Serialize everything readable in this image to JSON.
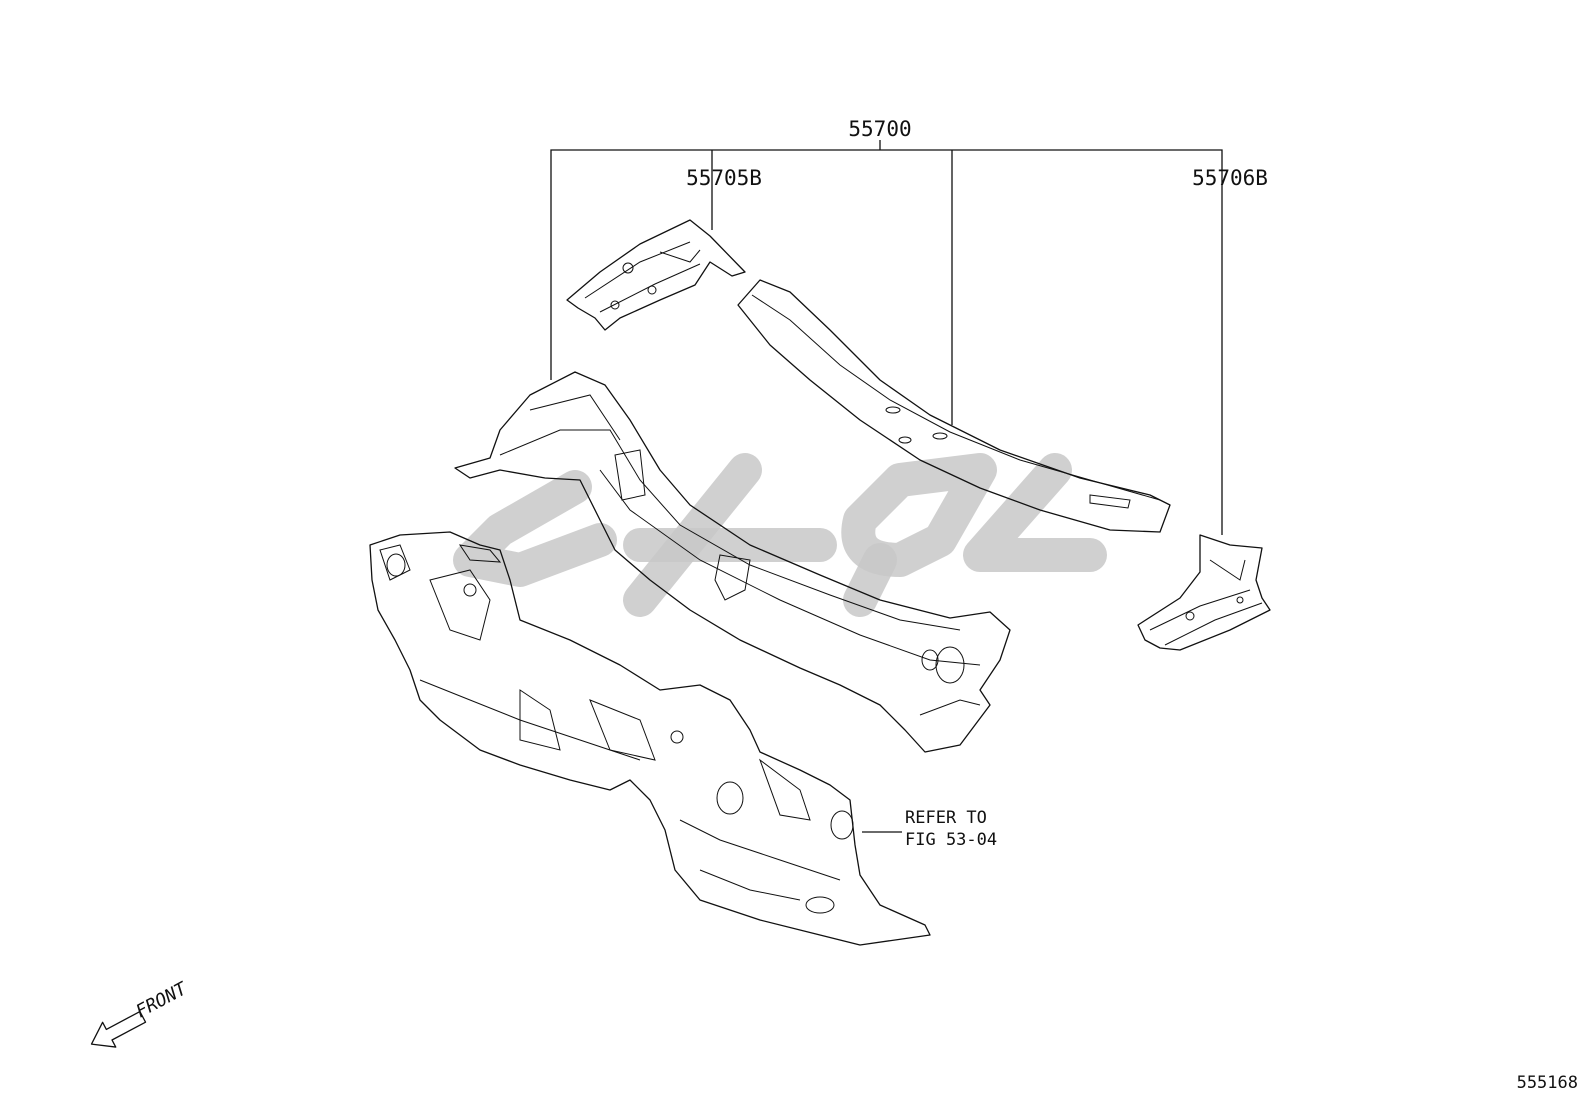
{
  "labels": {
    "assembly": "55700",
    "left_part": "55705B",
    "right_part": "55706B",
    "refer_line1": "REFER TO",
    "refer_line2": "FIG 53-04",
    "front": "FRONT",
    "figure_id": "555168"
  },
  "icons": {
    "front_arrow": "front-arrow-icon",
    "watermark": "watermark-logo-icon"
  },
  "colors": {
    "line": "#111111",
    "watermark": "#c8c8c8",
    "background": "#ffffff"
  }
}
